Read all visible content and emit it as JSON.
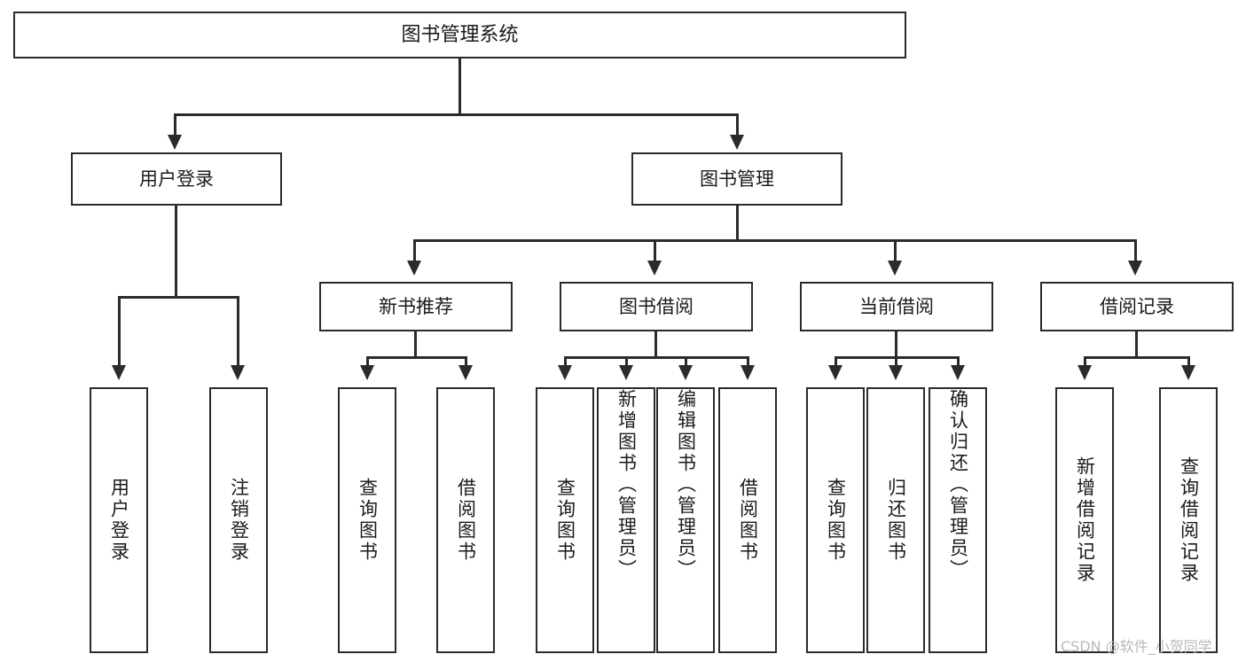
{
  "diagram": {
    "type": "tree-hierarchy",
    "title": "图书管理系统",
    "levels": 4,
    "root": {
      "label": "图书管理系统"
    },
    "level2": [
      {
        "id": "user-login",
        "label": "用户登录"
      },
      {
        "id": "book-manage",
        "label": "图书管理"
      }
    ],
    "level3": [
      {
        "id": "new-book-recommend",
        "label": "新书推荐",
        "parent": "book-manage"
      },
      {
        "id": "book-borrow",
        "label": "图书借阅",
        "parent": "book-manage"
      },
      {
        "id": "current-borrow",
        "label": "当前借阅",
        "parent": "book-manage"
      },
      {
        "id": "borrow-record",
        "label": "借阅记录",
        "parent": "book-manage"
      }
    ],
    "leaves": [
      {
        "id": "leaf-user-login",
        "label": "用户登录",
        "parent": "user-login"
      },
      {
        "id": "leaf-logout-login",
        "label": "注销登录",
        "parent": "user-login"
      },
      {
        "id": "leaf-query-book-1",
        "label": "查询图书",
        "parent": "new-book-recommend"
      },
      {
        "id": "leaf-borrow-book-1",
        "label": "借阅图书",
        "parent": "new-book-recommend"
      },
      {
        "id": "leaf-query-book-2",
        "label": "查询图书",
        "parent": "book-borrow"
      },
      {
        "id": "leaf-add-book",
        "label": "新增图书（管理员）",
        "parent": "book-borrow"
      },
      {
        "id": "leaf-edit-book",
        "label": "编辑图书（管理员）",
        "parent": "book-borrow"
      },
      {
        "id": "leaf-borrow-book-2",
        "label": "借阅图书",
        "parent": "book-borrow"
      },
      {
        "id": "leaf-query-book-3",
        "label": "查询图书",
        "parent": "current-borrow"
      },
      {
        "id": "leaf-return-book",
        "label": "归还图书",
        "parent": "current-borrow"
      },
      {
        "id": "leaf-confirm-return",
        "label": "确认归还（管理员）",
        "parent": "current-borrow"
      },
      {
        "id": "leaf-add-record",
        "label": "新增借阅记录",
        "parent": "borrow-record"
      },
      {
        "id": "leaf-query-record",
        "label": "查询借阅记录",
        "parent": "borrow-record"
      }
    ]
  },
  "watermark": {
    "text": "CSDN @软件_小贺同学"
  },
  "colors": {
    "stroke": "#2b2b2b",
    "fill": "#ffffff",
    "text": "#1a1a1a",
    "watermark": "#b9b9b9"
  }
}
